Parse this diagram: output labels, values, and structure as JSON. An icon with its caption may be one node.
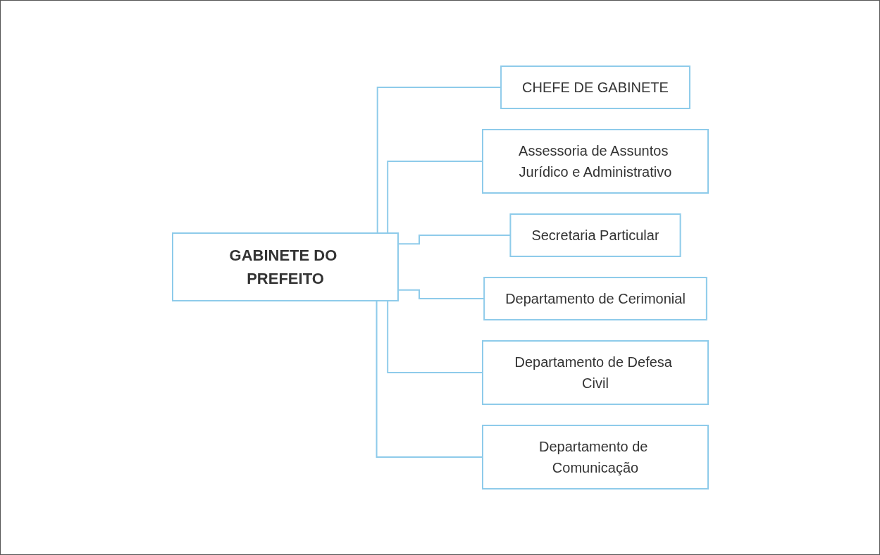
{
  "diagram": {
    "nodes": [
      {
        "text": [
          "GABINETE DO PREFEITO"
        ]
      },
      {
        "text": [
          "CHEFE DE GABINETE"
        ]
      },
      {
        "text": [
          "Assessoria de Assuntos Jurídico e Administrativo"
        ]
      },
      {
        "text": [
          "Secretaria Particular"
        ]
      },
      {
        "text": [
          "Departamento de Cerimonial"
        ]
      },
      {
        "text": [
          "Departamento de Defesa Civil"
        ]
      },
      {
        "text": [
          "Departamento de Comunicação"
        ]
      }
    ],
    "edges": [
      {
        "from": 0,
        "to": 1,
        "arrow": "none"
      },
      {
        "from": 0,
        "to": 2,
        "arrow": "none"
      },
      {
        "from": 0,
        "to": 3,
        "arrow": "none"
      },
      {
        "from": 0,
        "to": 4,
        "arrow": "none"
      },
      {
        "from": 0,
        "to": 5,
        "arrow": "none"
      },
      {
        "from": 0,
        "to": 6,
        "arrow": "none"
      }
    ]
  }
}
